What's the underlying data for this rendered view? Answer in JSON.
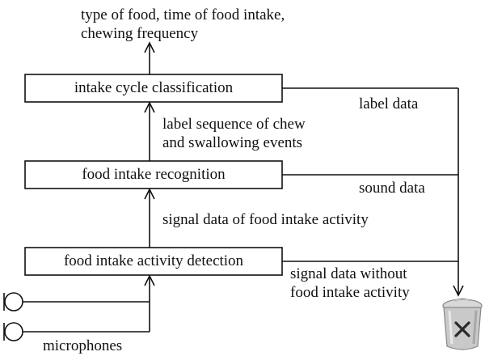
{
  "diagram": {
    "output_line1": "type of food, time of food intake,",
    "output_line2": "chewing frequency",
    "box_classification": "intake cycle classification",
    "box_recognition": "food intake recognition",
    "box_detection": "food intake activity detection",
    "edge_label_sequence_line1": "label sequence of chew",
    "edge_label_sequence_line2": "and swallowing events",
    "edge_signal_activity": "signal data of food intake activity",
    "side_label_data": "label data",
    "side_sound_data": "sound data",
    "side_signal_without_line1": "signal data without",
    "side_signal_without_line2": "food intake activity",
    "microphones_label": "microphones"
  }
}
